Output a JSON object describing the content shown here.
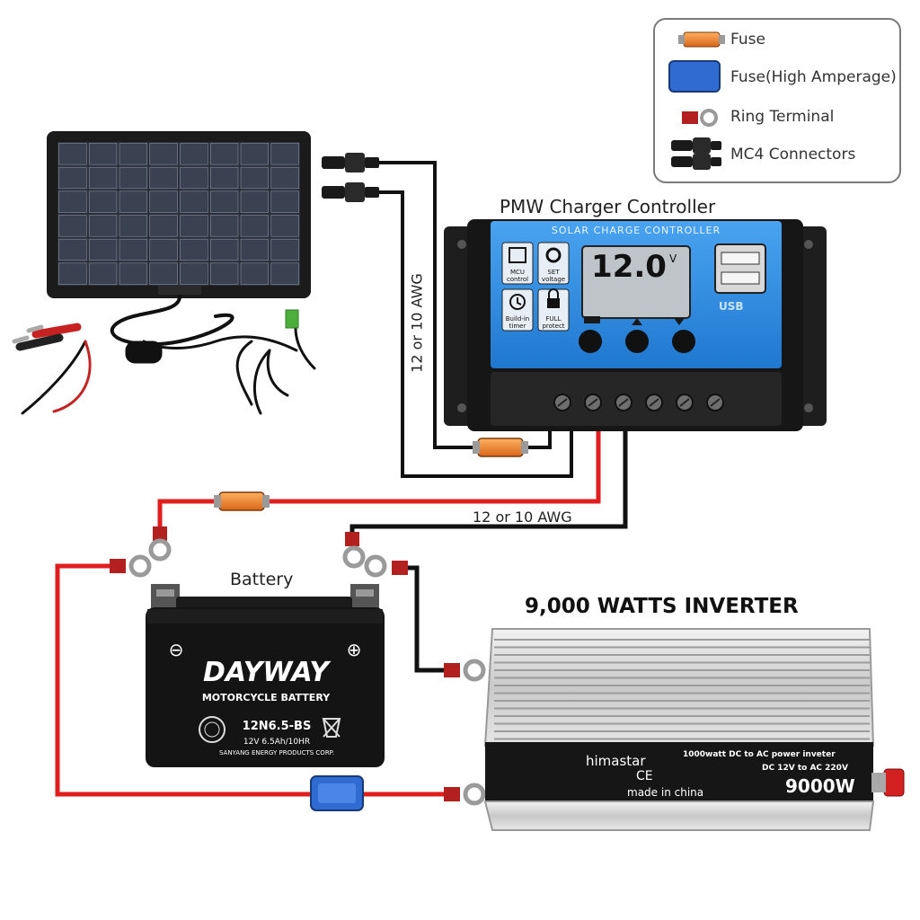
{
  "legend": {
    "items": [
      {
        "label": "Fuse",
        "color": "#f08a2c"
      },
      {
        "label": "Fuse(High Amperage)",
        "color": "#2f6bd1"
      },
      {
        "label": "Ring Terminal",
        "color": "#b32020"
      },
      {
        "label": "MC4 Connectors",
        "color": "#222222"
      }
    ]
  },
  "controller": {
    "title": "PMW Charger Controller",
    "panel_title": "SOLAR CHARGE CONTROLLER",
    "lcd_value": "12.0",
    "lcd_unit": "V",
    "usb_label": "USB",
    "icons": [
      {
        "label_1": "MCU",
        "label_2": "control"
      },
      {
        "label_1": "SET",
        "label_2": "voltage"
      },
      {
        "label_1": "Build-in",
        "label_2": "timer"
      },
      {
        "label_1": "FULL",
        "label_2": "protect"
      }
    ],
    "panel_color": "#2b8be0"
  },
  "wires": {
    "awg_vertical": "12 or 10 AWG",
    "awg_horizontal": "12 or 10 AWG",
    "positive_color": "#e01e1e",
    "negative_color": "#111111"
  },
  "battery": {
    "title": "Battery",
    "brand": "DAYWAY",
    "subtitle": "MOTORCYCLE BATTERY",
    "model": "12N6.5-BS",
    "spec": "12V 6.5Ah/10HR",
    "maker": "SANYANG ENERGY PRODUCTS CORP.",
    "neg_symbol": "⊖",
    "pos_symbol": "⊕"
  },
  "inverter": {
    "title": "9,000 WATTS INVERTER",
    "brand": "himastar",
    "description": "1000watt DC to AC power inveter",
    "voltage": "DC 12V to AC 220V",
    "ce": "CE",
    "origin": "made in china",
    "rating": "9000W"
  }
}
